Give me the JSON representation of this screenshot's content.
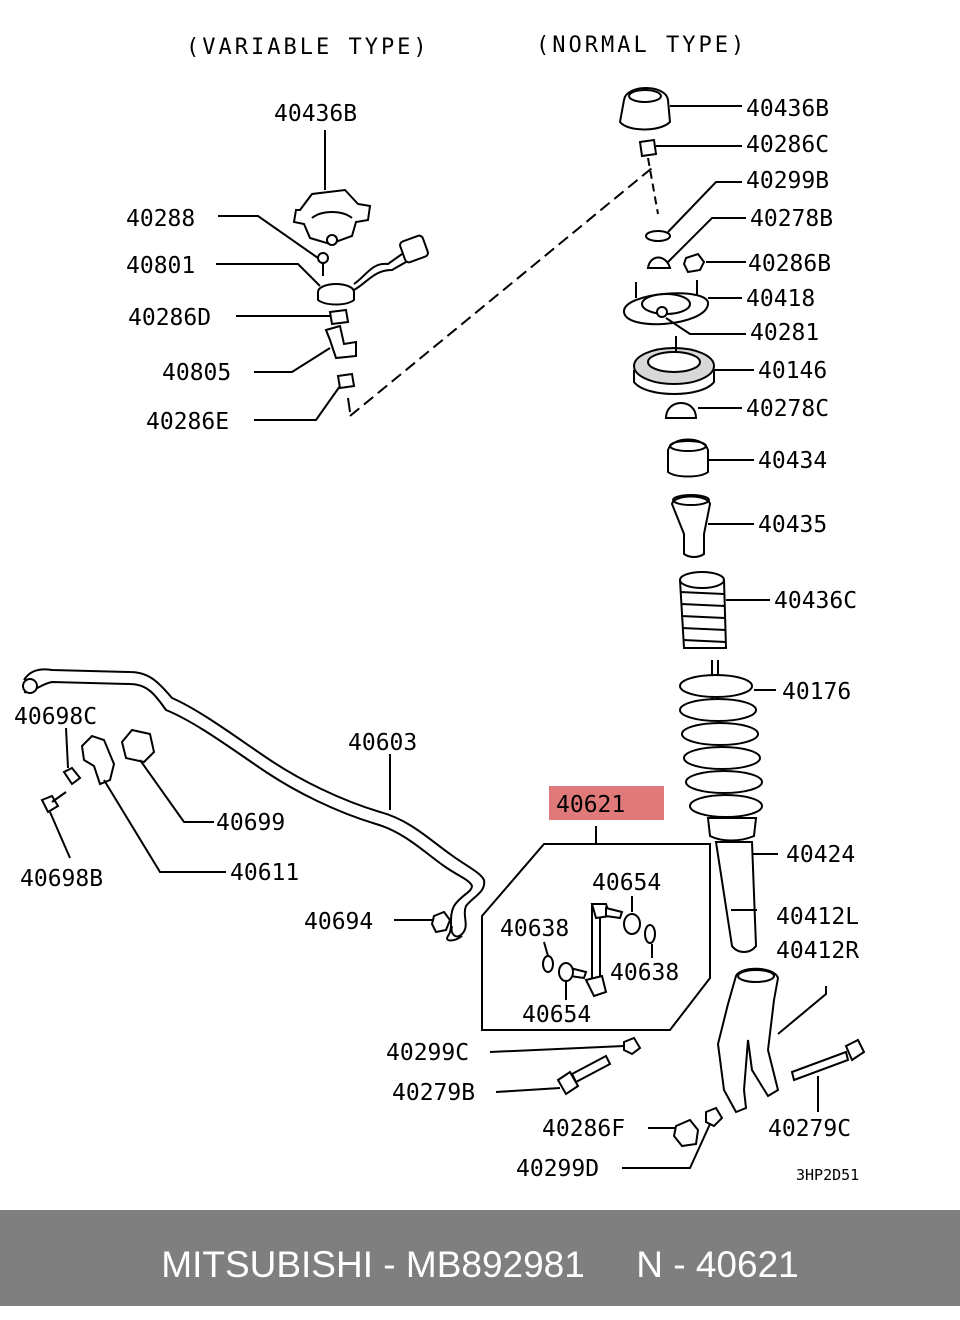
{
  "headers": {
    "variable": "(VARIABLE TYPE)",
    "normal": "(NORMAL TYPE)"
  },
  "highlight_color": "#e07a7a",
  "labels": {
    "p40436B_left": "40436B",
    "p40288": "40288",
    "p40801": "40801",
    "p40286D": "40286D",
    "p40805": "40805",
    "p40286E": "40286E",
    "p40436B_right": "40436B",
    "p40286C": "40286C",
    "p40299B": "40299B",
    "p40278B": "40278B",
    "p40286B": "40286B",
    "p40418": "40418",
    "p40281": "40281",
    "p40146": "40146",
    "p40278C": "40278C",
    "p40434": "40434",
    "p40435": "40435",
    "p40436C": "40436C",
    "p40176": "40176",
    "p40698C": "40698C",
    "p40603": "40603",
    "p40699": "40699",
    "p40698B": "40698B",
    "p40611": "40611",
    "p40621": "40621",
    "p40424": "40424",
    "p40654_top": "40654",
    "p40694": "40694",
    "p40638_left": "40638",
    "p40412L": "40412L",
    "p40412R": "40412R",
    "p40638_right": "40638",
    "p40654_bottom": "40654",
    "p40299C": "40299C",
    "p40279B": "40279B",
    "p40286F": "40286F",
    "p40279C": "40279C",
    "p40299D": "40299D"
  },
  "diagram_code": "3HP2D51",
  "footer": {
    "text": "MITSUBISHI - MB892981     N - 40621"
  }
}
